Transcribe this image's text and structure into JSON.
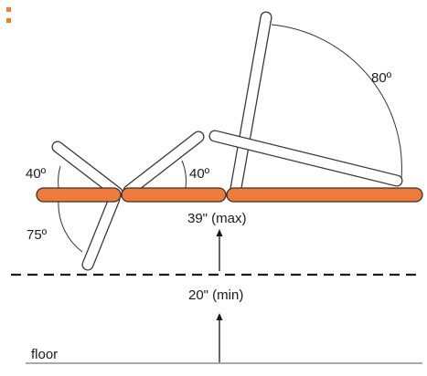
{
  "diagram": {
    "angle_labels": {
      "head_up": "40º",
      "head_down": "75º",
      "seat_tilt": "40º",
      "back_recline": "80º"
    },
    "height_labels": {
      "max": "39\" (max)",
      "min": "20\" (min)"
    },
    "floor_label": "floor",
    "colors": {
      "cushion_fill": "#f07a3a",
      "outline": "#333333",
      "panel_fill": "#ffffff",
      "corner_mark": "#f07a3a"
    }
  }
}
